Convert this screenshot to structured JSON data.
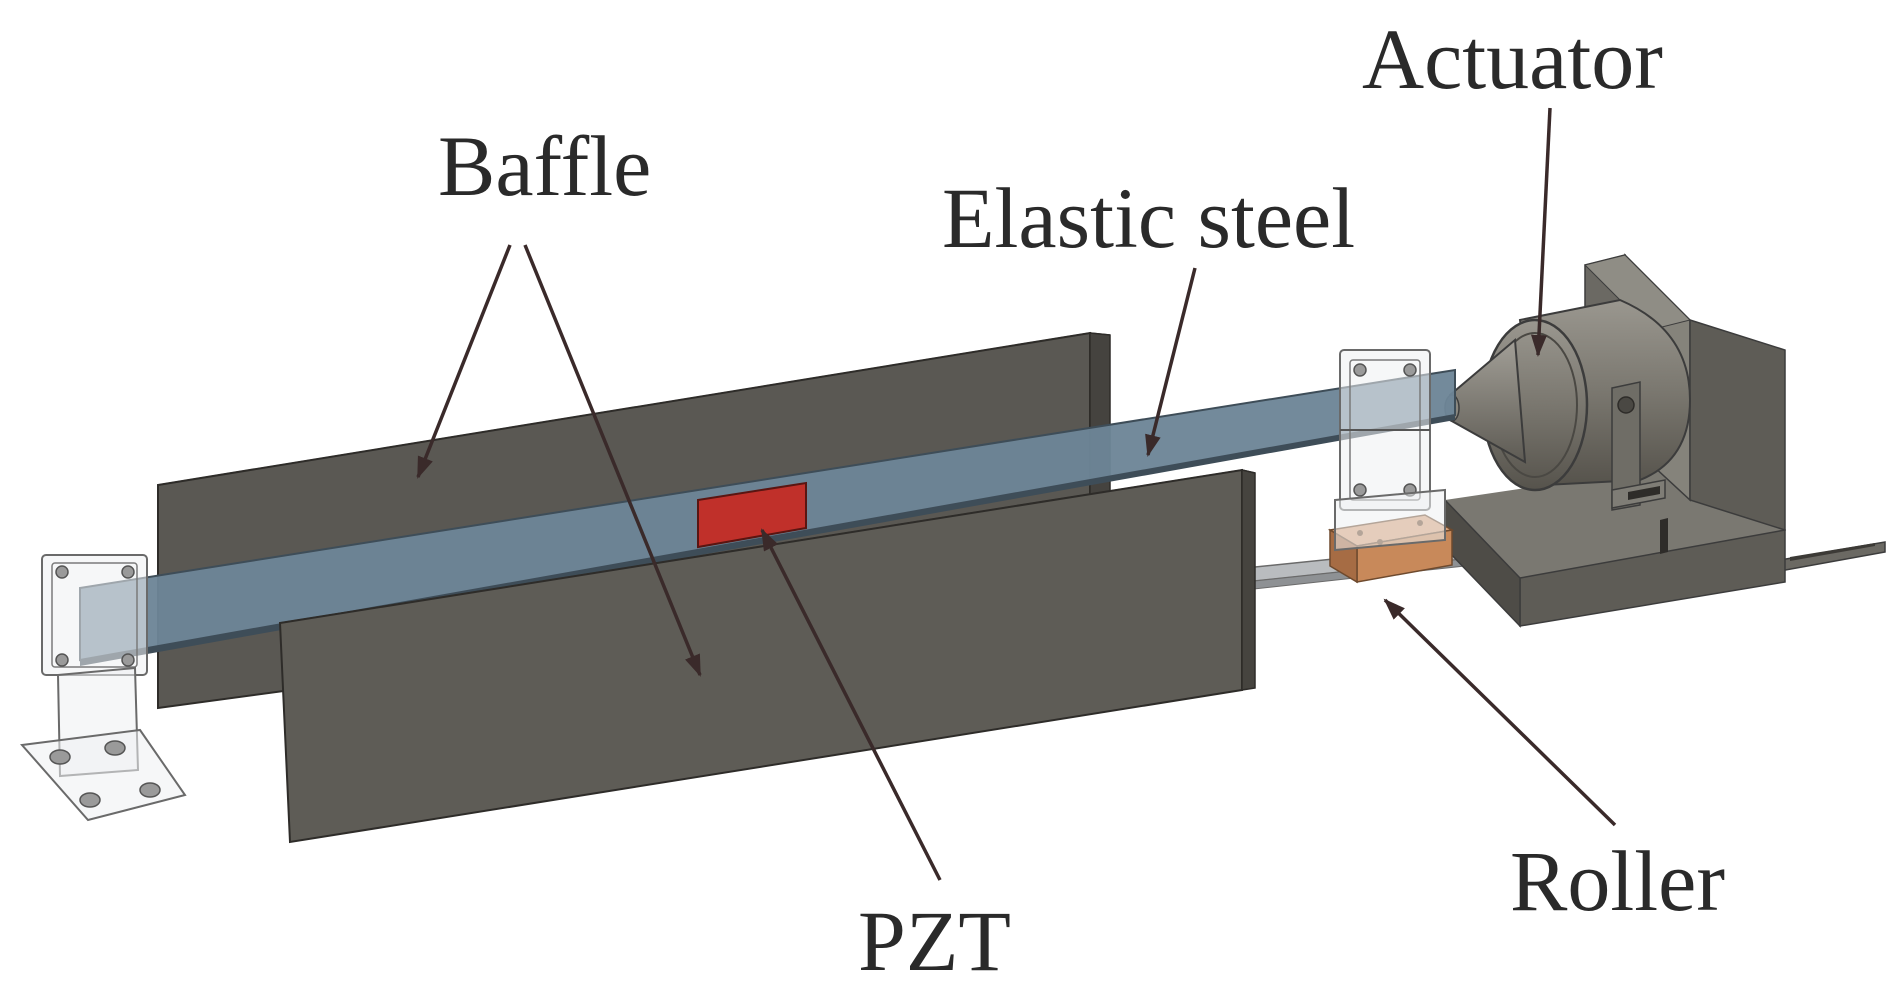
{
  "labels": {
    "baffle": "Baffle",
    "elastic_steel": "Elastic steel",
    "actuator": "Actuator",
    "pzt": "PZT",
    "roller": "Roller"
  },
  "colors": {
    "baffle_face": "#5d5c56",
    "baffle_top": "#6f6d66",
    "steel": "#6d8597",
    "pzt": "#c0302a",
    "roller": "#c8895a",
    "actuator_body": "#77746c",
    "rail": "#b9bcbf",
    "arrow": "#3a2a2a"
  },
  "icons": [
    "arrowhead"
  ]
}
